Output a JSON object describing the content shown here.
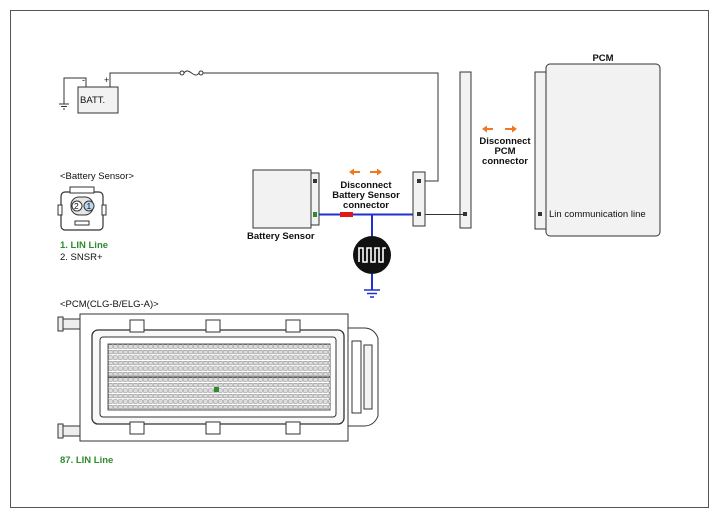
{
  "battery": {
    "label": "BATT.",
    "minus": "-",
    "plus": "+"
  },
  "battery_sensor": {
    "label": "Battery Sensor",
    "connector_title": "<Battery Sensor>",
    "pin_1": "1",
    "pin_2": "2",
    "pins": [
      "1. LIN Line",
      "2. SNSR+"
    ]
  },
  "disconnect_sensor": {
    "line1": "Disconnect",
    "line2": "Battery Sensor",
    "line3": "connector"
  },
  "disconnect_pcm": {
    "line1": "Disconnect",
    "line2": "PCM",
    "line3": "connector"
  },
  "pcm": {
    "title": "PCM",
    "lin_label": "Lin communication line"
  },
  "pcm_connector": {
    "title": "<PCM(CLG-B/ELG-A)>",
    "pin": "87. LIN Line"
  },
  "colors": {
    "lin_pin_text": "#2e8b2e",
    "arrow": "#f07820",
    "lin_wire": "#1f2fd0",
    "connector_plug": "#e01818",
    "ground_wire": "#1f2fd0"
  },
  "icons": [
    "oscilloscope-icon",
    "ground-icon",
    "fuse-icon",
    "ground-icon"
  ]
}
